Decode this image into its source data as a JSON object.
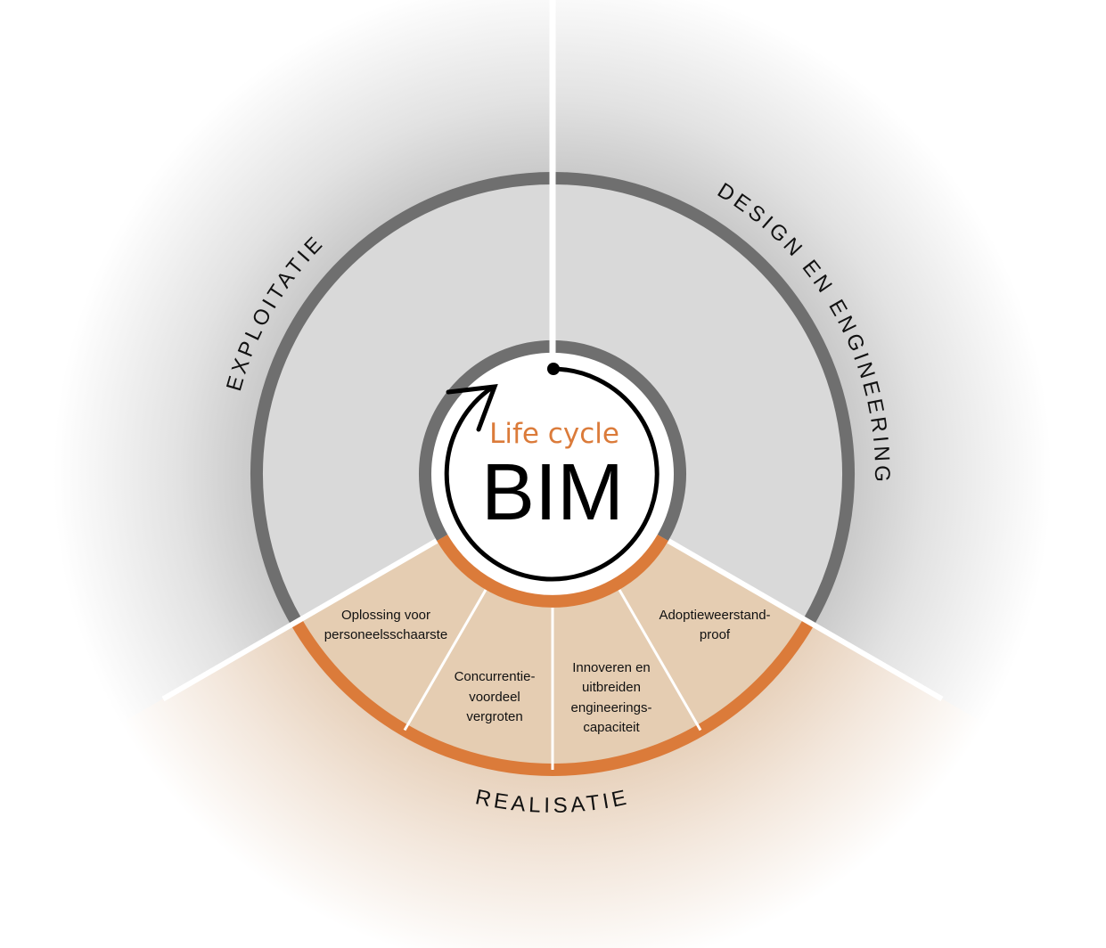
{
  "center": {
    "subtitle": "Life cycle",
    "title": "BIM"
  },
  "phases": {
    "exploitatie": "EXPLOITATIE",
    "design": "DESIGN EN ENGINEERING",
    "realisatie": "REALISATIE"
  },
  "slices": [
    {
      "lines": [
        "Oplossing voor",
        "personeelsschaarste"
      ]
    },
    {
      "lines": [
        "Concurrentie-",
        "voordeel",
        "vergroten"
      ]
    },
    {
      "lines": [
        "Innoveren en",
        "uitbreiden",
        "engineerings-",
        "capaciteit"
      ]
    },
    {
      "lines": [
        "Adoptieweerstand-",
        "proof"
      ]
    }
  ],
  "colors": {
    "accent": "#db7b3a",
    "ring_gray": "#6f6f6f",
    "sector_gray": "#d9d9d9",
    "sector_beige": "#e5cdb2"
  },
  "icons": {
    "center": "cycle-arrow-icon"
  }
}
